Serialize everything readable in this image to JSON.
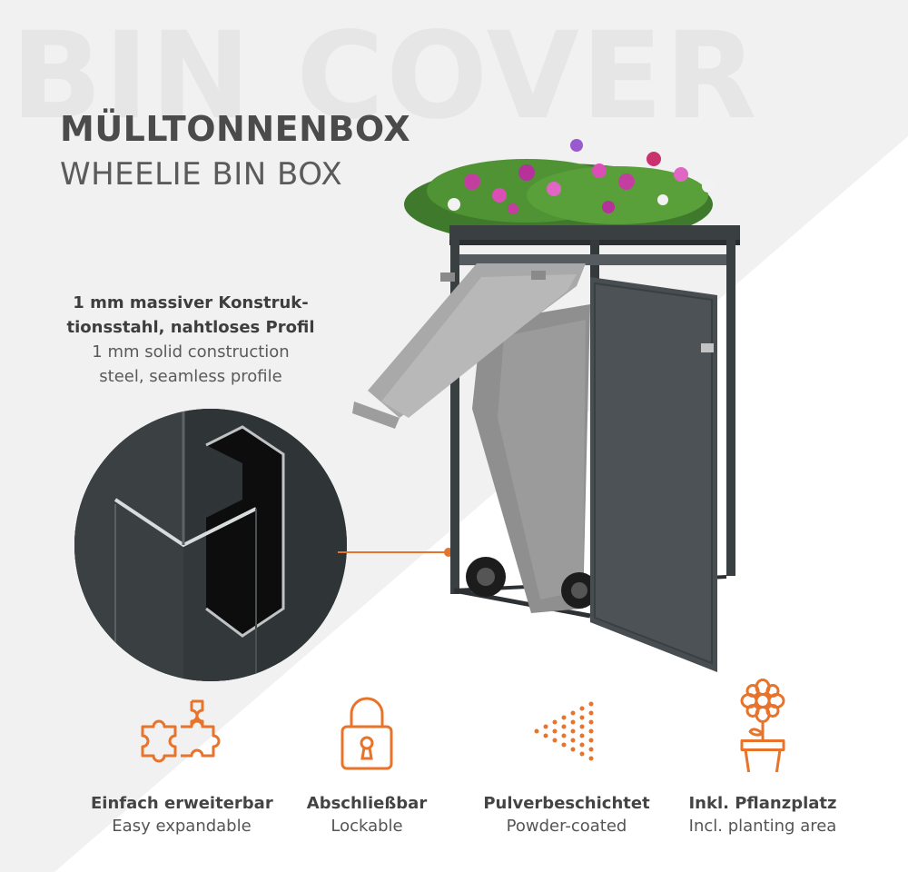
{
  "watermark": "BIN COVER",
  "title": "MÜLLTONNENBOX",
  "subtitle": "WHEELIE BIN BOX",
  "profile": {
    "de_line1": "1 mm massiver Konstruk-",
    "de_line2": "tionsstahl, nahtloses Profil",
    "en_line1": "1 mm solid construction",
    "en_line2": "steel, seamless profile"
  },
  "features": [
    {
      "icon": "puzzle-icon",
      "de": "Einfach erweiterbar",
      "en": "Easy expandable"
    },
    {
      "icon": "padlock-icon",
      "de": "Abschließbar",
      "en": "Lockable"
    },
    {
      "icon": "spray-icon",
      "de": "Pulverbeschichtet",
      "en": "Powder-coated"
    },
    {
      "icon": "flower-pot-icon",
      "de": "Inkl. Pflanzplatz",
      "en": "Incl. planting area"
    }
  ],
  "colors": {
    "accent": "#e8732a",
    "steel": "#3a3f42",
    "bin": "#9a9a9a",
    "text": "#4b4b4b"
  }
}
